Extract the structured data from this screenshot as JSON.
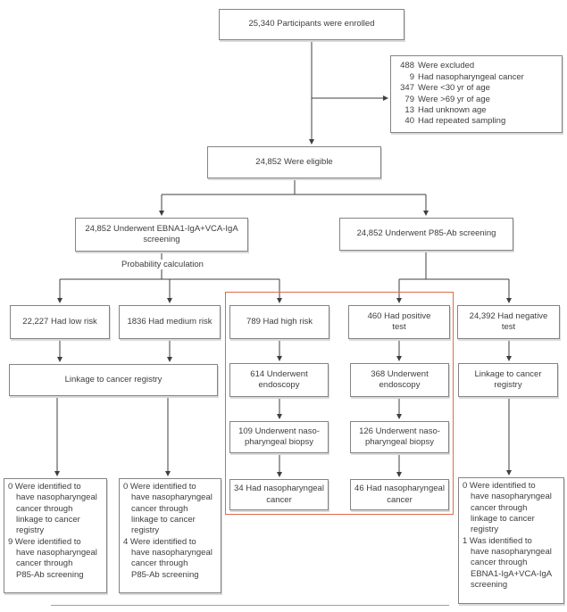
{
  "figure": {
    "highlight_color": "#e0694e",
    "box_border_color": "#848484",
    "line_color": "#3f3f3f",
    "text_color": "#3d3d3d"
  },
  "boxes": {
    "enrolled": "25,340 Participants were enrolled",
    "eligible": "24,852 Were eligible",
    "ebna_screening": "24,852 Underwent EBNA1-IgA+VCA-IgA\nscreening",
    "p85_screening": "24,852 Underwent P85-Ab screening",
    "probability_label": "Probability calculation",
    "low_risk": "22,227 Had low risk",
    "medium_risk": "1836 Had medium risk",
    "high_risk": "789 Had high risk",
    "positive_test": "460 Had positive\ntest",
    "negative_test": "24,392 Had negative\ntest",
    "linkage_registry_left": "Linkage to cancer registry",
    "endoscopy_high_risk": "614 Underwent\nendoscopy",
    "endoscopy_positive": "368 Underwent\nendoscopy",
    "linkage_registry_right": "Linkage to cancer\nregistry",
    "biopsy_high_risk": "109 Underwent naso-\npharyngeal biopsy",
    "biopsy_positive": "126 Underwent naso-\npharyngeal biopsy",
    "cancer_high_risk": "34 Had nasopharyngeal\ncancer",
    "cancer_positive": "46 Had nasopharyngeal\ncancer"
  },
  "excluded_box": {
    "items": [
      {
        "num": "488",
        "text": "Were excluded"
      },
      {
        "num": "9",
        "text": "Had nasopharyngeal cancer"
      },
      {
        "num": "347",
        "text": "Were <30 yr of age"
      },
      {
        "num": "79",
        "text": "Were >69 yr of age"
      },
      {
        "num": "13",
        "text": "Had unknown age"
      },
      {
        "num": "40",
        "text": "Had repeated sampling"
      }
    ]
  },
  "outcome_boxes": {
    "low_risk": {
      "items": [
        {
          "text": "0 Were identified to\nhave nasopharyngeal\ncancer through\nlinkage to cancer\nregistry"
        },
        {
          "text": "9 Were identified to\nhave nasopharyngeal\ncancer through\nP85-Ab screening"
        }
      ]
    },
    "medium_risk": {
      "items": [
        {
          "text": "0 Were identified to\nhave nasopharyngeal\ncancer through\nlinkage to cancer\nregistry"
        },
        {
          "text": "4 Were identified to\nhave nasopharyngeal\ncancer through\nP85-Ab screening"
        }
      ]
    },
    "negative_test": {
      "items": [
        {
          "text": "0 Were identified to\nhave nasopharyngeal\ncancer through\nlinkage to cancer\nregistry"
        },
        {
          "text": "1 Was identified to\nhave nasopharyngeal\ncancer through\nEBNA1-IgA+VCA-IgA\nscreening"
        }
      ]
    }
  }
}
